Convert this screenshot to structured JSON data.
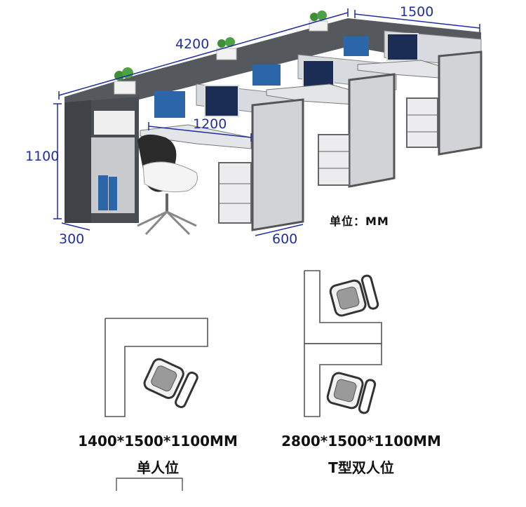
{
  "dimensions": {
    "total_length": "4200",
    "unit_width": "1500",
    "height": "1100",
    "desk_width": "1200",
    "cabinet_depth": "300",
    "desk_depth": "600"
  },
  "unit_note": "单位：MM",
  "layouts": [
    {
      "size": "1400*1500*1100MM",
      "name": "单人位"
    },
    {
      "size": "2800*1500*1100MM",
      "name": "T型双人位"
    }
  ],
  "colors": {
    "dimension_blue": "#1f2fa0",
    "frame_dark": "#4a4d52",
    "panel_light": "#dcdde0"
  }
}
